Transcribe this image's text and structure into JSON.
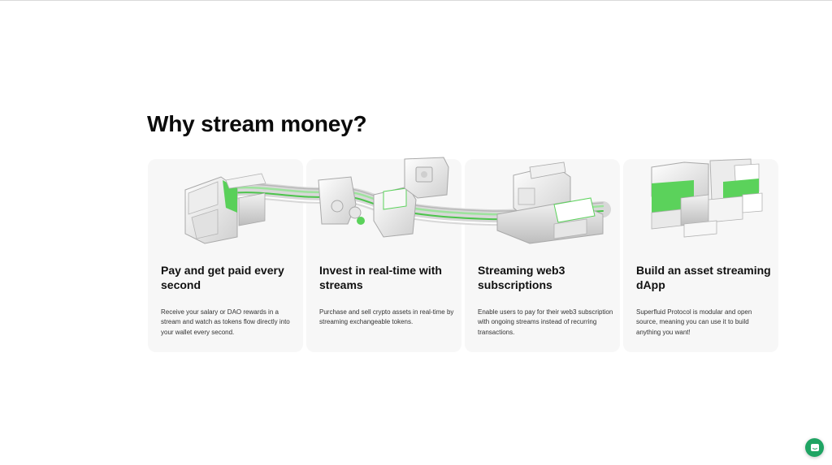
{
  "section": {
    "title": "Why stream money?"
  },
  "cards": [
    {
      "title": "Pay and get paid every second",
      "description": "Receive your salary or DAO rewards in a stream and watch as tokens flow directly into your wallet every second.",
      "illustration": "wallet-blocks-with-stream-pipes"
    },
    {
      "title": "Invest in real-time with streams",
      "description": "Purchase and sell crypto assets in real-time by streaming exchangeable tokens.",
      "illustration": "token-swap-pipes"
    },
    {
      "title": "Streaming web3 subscriptions",
      "description": "Enable users to pay for their web3 subscription with ongoing streams instead of recurring transactions.",
      "illustration": "subscription-building-pipes"
    },
    {
      "title": "Build an asset streaming dApp",
      "description": "Superfluid Protocol is modular and open source, meaning you can use it to build anything you want!",
      "illustration": "modular-cubes"
    }
  ],
  "colors": {
    "accent_green": "#5bd25b",
    "card_background": "#f7f7f7",
    "chat_button": "#1fa463"
  },
  "chat": {
    "icon": "chat-bubble-icon"
  }
}
